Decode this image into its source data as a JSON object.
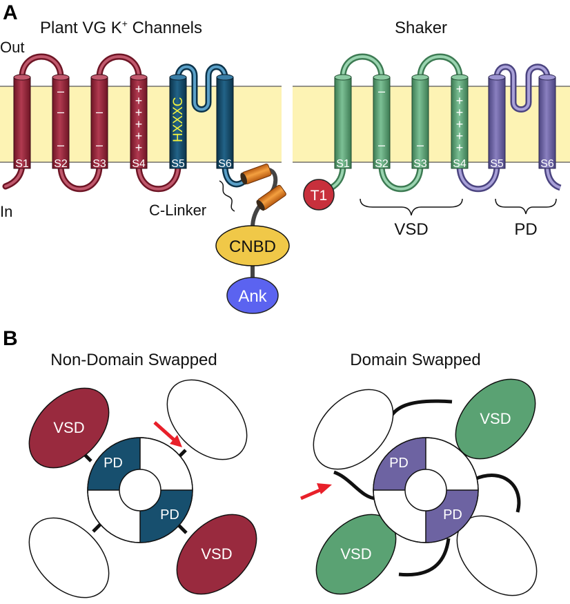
{
  "panel_a": {
    "letter": "A",
    "plant_title": "Plant VG K",
    "plant_title_sup": "+",
    "plant_title_end": " Channels",
    "shaker_title": "Shaker",
    "out_label": "Out",
    "in_label": "In",
    "plant_segments": [
      "S1",
      "S2",
      "S3",
      "S4",
      "S5",
      "S6"
    ],
    "shaker_segments": [
      "S1",
      "S2",
      "S3",
      "S4",
      "S5",
      "S6"
    ],
    "motif": "HXXXC",
    "c_linker": "C-Linker",
    "cnbd": "CNBD",
    "ank": "Ank",
    "t1": "T1",
    "vsd": "VSD",
    "pd": "PD"
  },
  "panel_b": {
    "letter": "B",
    "left_title": "Non-Domain Swapped",
    "right_title": "Domain Swapped",
    "vsd": "VSD",
    "pd": "PD"
  },
  "colors": {
    "membrane": "#fdf3b4",
    "plant_vsd": "#992a3e",
    "plant_pd": "#174f6e",
    "shaker_vsd": "#5aa273",
    "shaker_pd": "#6d63a2",
    "cnbd": "#f0c848",
    "ank": "#5b63f0",
    "t1": "#c8303c",
    "linker": "#e8842a",
    "motif_text": "#f5f53c",
    "arrow": "#e8202a"
  }
}
